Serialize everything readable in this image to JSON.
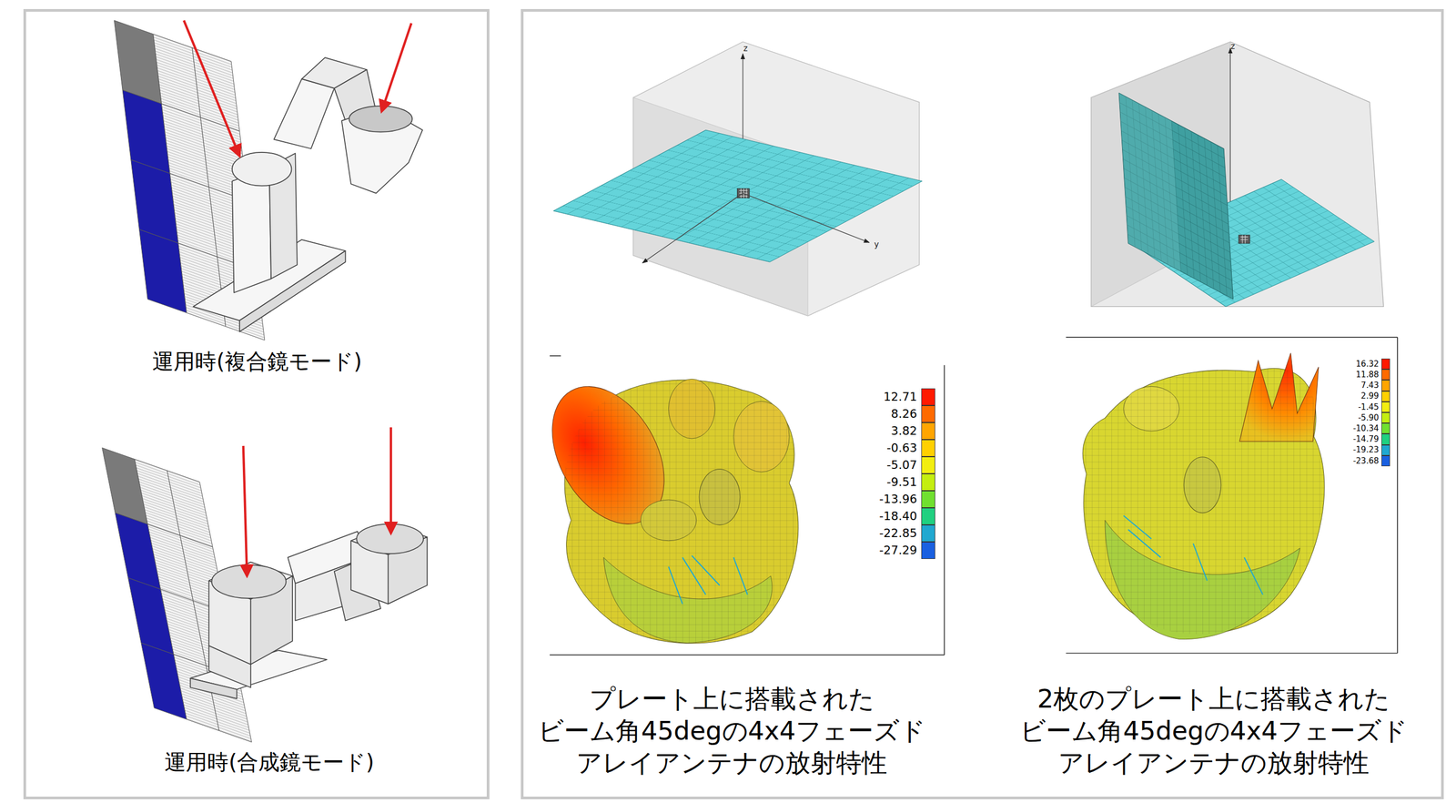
{
  "diagram": {
    "nodes": [
      {
        "text": [
          "運用時(複合鏡モード)",
          "運用時(合成鏡モード)"
        ]
      },
      {
        "text": [
          "プレート上に搭載された ビーム角45degの4x4フェーズド アレイアンテナの放射特性",
          "2枚のプレート上に搭載された ビーム角45degの4x4フェーズド アレイアンテナの放射特性"
        ]
      }
    ],
    "labels": [
      "z",
      "y",
      "z"
    ],
    "legend": [
      {
        "text": "12.71",
        "color": "#ff1a00"
      },
      {
        "text": "8.26",
        "color": "#ff6a00"
      },
      {
        "text": "3.82",
        "color": "#ffa500"
      },
      {
        "text": "-0.63",
        "color": "#ffd000"
      },
      {
        "text": "-5.07",
        "color": "#f2ee10"
      },
      {
        "text": "-9.51",
        "color": "#c4ee10"
      },
      {
        "text": "-13.96",
        "color": "#70e030"
      },
      {
        "text": "-18.40",
        "color": "#20d080"
      },
      {
        "text": "-22.85",
        "color": "#20a8d0"
      },
      {
        "text": "-27.29",
        "color": "#1a60e0"
      },
      {
        "text": "16.32",
        "color": "#ff1a00"
      },
      {
        "text": "11.88",
        "color": "#ff6a00"
      },
      {
        "text": "7.43",
        "color": "#ffa500"
      },
      {
        "text": "2.99",
        "color": "#ffd000"
      },
      {
        "text": "-1.45",
        "color": "#f2ee10"
      },
      {
        "text": "-5.90",
        "color": "#c4ee10"
      },
      {
        "text": "-10.34",
        "color": "#70e030"
      },
      {
        "text": "-14.79",
        "color": "#20d080"
      },
      {
        "text": "-19.23",
        "color": "#20a8d0"
      },
      {
        "text": "-23.68",
        "color": "#1a60e0"
      }
    ]
  }
}
